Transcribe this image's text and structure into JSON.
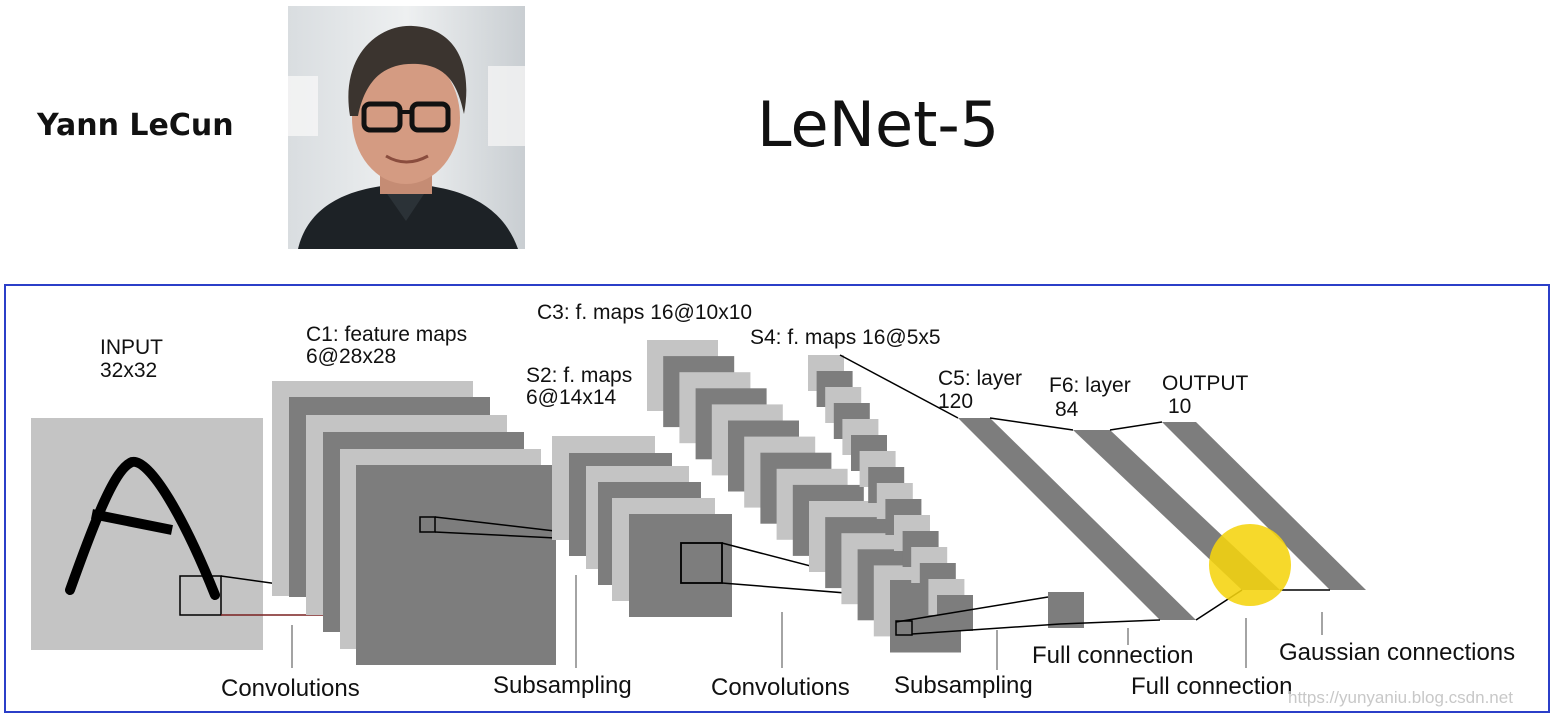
{
  "header": {
    "author_name": "Yann LeCun",
    "title": "LeNet-5"
  },
  "diagram": {
    "labels": {
      "input": [
        "INPUT",
        "32x32"
      ],
      "c1": [
        "C1: feature maps",
        "6@28x28"
      ],
      "s2": [
        "S2: f. maps",
        "6@14x14"
      ],
      "c3": "C3: f. maps 16@10x10",
      "s4": "S4: f. maps 16@5x5",
      "c5": [
        "C5: layer",
        "120"
      ],
      "f6": [
        "F6: layer",
        "84"
      ],
      "output": [
        "OUTPUT",
        "10"
      ]
    },
    "operations": {
      "op1": "Convolutions",
      "op2": "Subsampling",
      "op3": "Convolutions",
      "op4": "Subsampling",
      "op5": "Full connection",
      "op6": "Full connection",
      "op7": "Gaussian connections"
    },
    "watermark": "https://yunyaniu.blog.csdn.net",
    "colors": {
      "frame": "#2b3fc8",
      "map_dark": "#7d7d7d",
      "map_light": "#c4c4c4",
      "highlight": "#f5d40e"
    }
  }
}
